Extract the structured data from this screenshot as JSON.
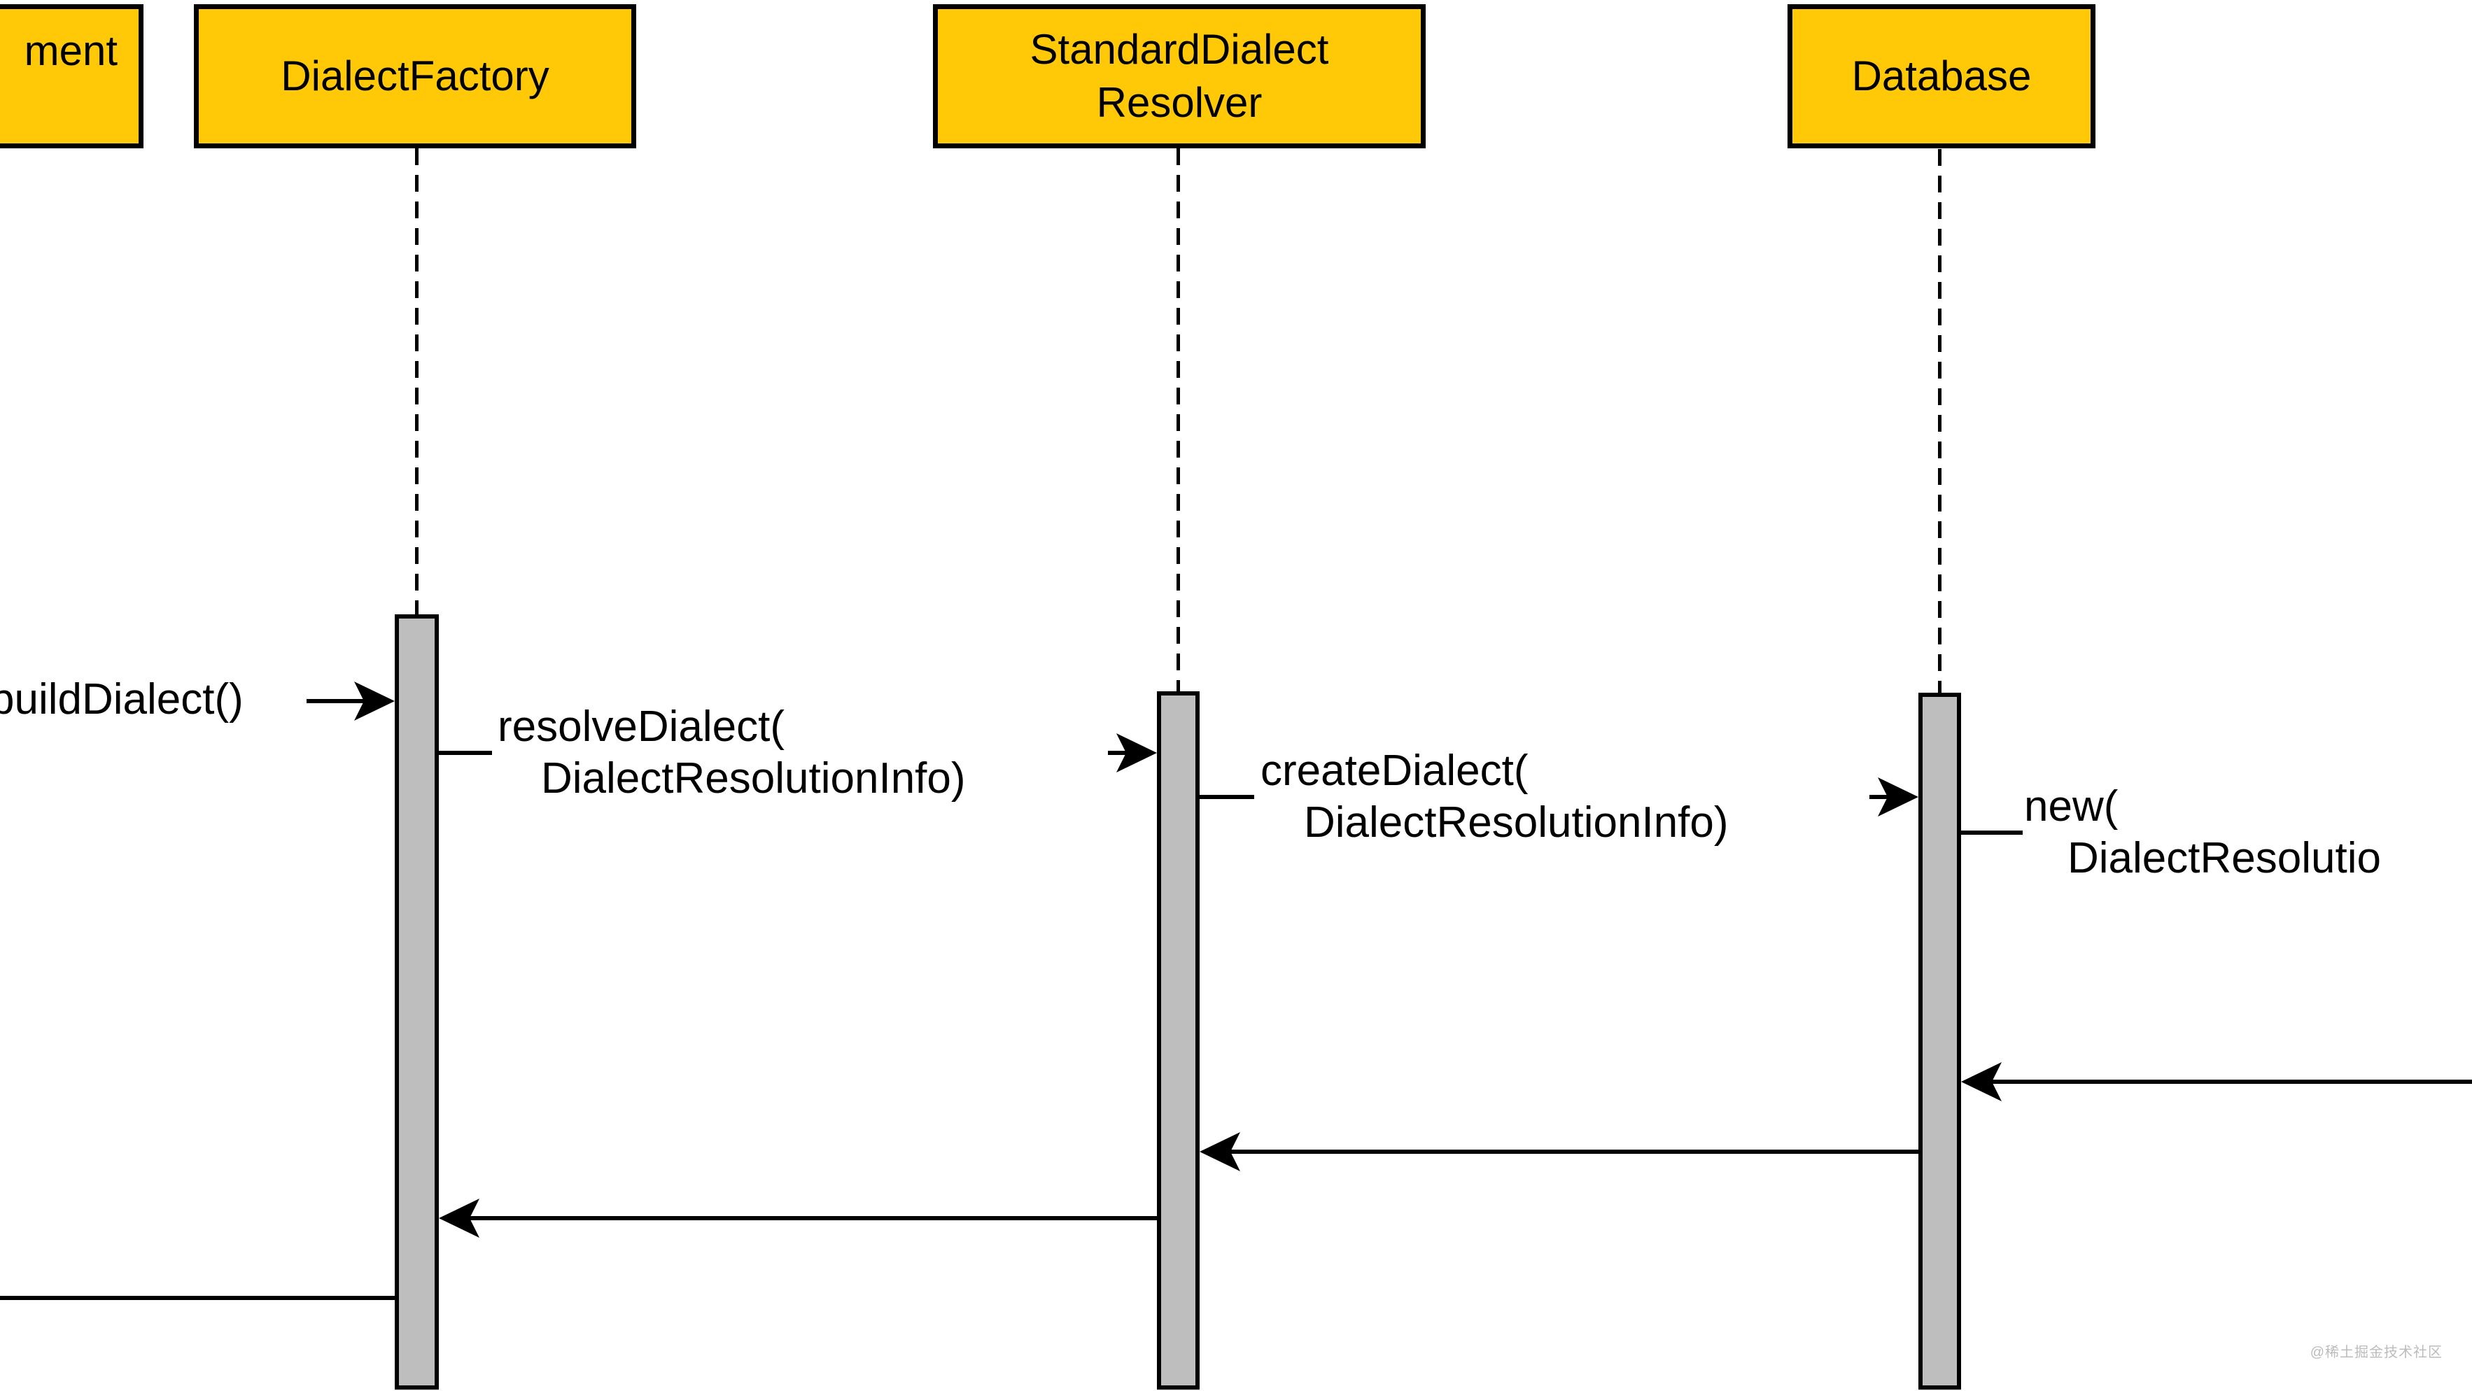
{
  "participants": [
    {
      "id": "environment-partial",
      "lines": [
        "ment"
      ]
    },
    {
      "id": "dialect-factory",
      "lines": [
        "DialectFactory"
      ]
    },
    {
      "id": "standard-dialect-resolver",
      "lines": [
        "StandardDialect",
        "Resolver"
      ]
    },
    {
      "id": "database",
      "lines": [
        "Database"
      ]
    }
  ],
  "messages": [
    {
      "id": "build-dialect",
      "lines": [
        "buildDialect()"
      ]
    },
    {
      "id": "resolve-dialect",
      "lines": [
        "resolveDialect(",
        "DialectResolutionInfo)"
      ]
    },
    {
      "id": "create-dialect",
      "lines": [
        "createDialect(",
        "DialectResolutionInfo)"
      ]
    },
    {
      "id": "new-dialect-resolution",
      "lines": [
        "new(",
        "DialectResolutio"
      ]
    }
  ],
  "watermark": {
    "text": "@稀土掘金技术社区"
  },
  "colors": {
    "participant_fill": "#FFC907",
    "activation_fill": "#BEBEBE",
    "line": "#000000",
    "watermark": "#BCBCBC"
  }
}
